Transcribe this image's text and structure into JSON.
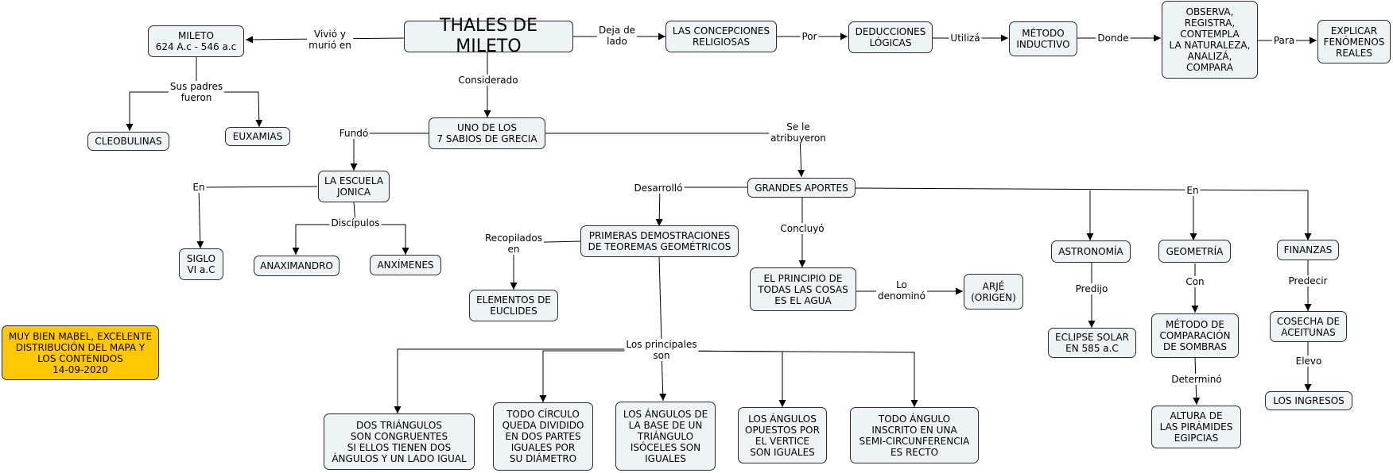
{
  "nodes": {
    "thales": "THALES DE MILETO",
    "mileto": "MILETO\n624 A.c - 546 a.c",
    "concepciones": "LAS CONCEPCIONES\nRELIGIOSAS",
    "deducciones": "DEDUCCIONES\nLÓGICAS",
    "metodo_inductivo": "MÉTODO\nINDUCTIVO",
    "observa": "OBSERVA,\nREGISTRA,\nCONTEMPLA\nLA NATURALEZA,\nANALIZÁ,\nCOMPARA",
    "explicar": "EXPLICAR\nFENÓMENOS\nREALES",
    "cleobulinas": "CLEOBULINAS",
    "euxamias": "EUXAMIAS",
    "sabios": "UNO DE LOS\n7 SABIOS DE GRECIA",
    "escuela": "LA ESCUELA\nJONICA",
    "siglo": "SIGLO\nVI a.C",
    "anaximandro": "ANAXIMANDRO",
    "anaximenes": "ANXÍMENES",
    "aportes": "GRANDES APORTES",
    "demostraciones": "PRIMERAS DEMOSTRACIONES\nDE TEOREMAS GEOMÉTRICOS",
    "elementos": "ELEMENTOS DE\nEUCLIDES",
    "principio": "EL PRINCIPIO DE\nTODAS LAS COSAS\nES EL AGUA",
    "arje": "ARJÉ\n(ORIGEN)",
    "astronomia": "ASTRONOMÍA",
    "eclipse": "ECLIPSE SOLAR\nEN 585 a.C",
    "geometria": "GEOMETRÍA",
    "comparacion": "MÉTODO DE\nCOMPARACIÓN\nDE SOMBRAS",
    "piramides": "ALTURA DE\nLAS PIRÁMIDES\nEGIPCIAS",
    "finanzas": "FINANZAS",
    "cosecha": "COSECHA DE\nACEITUNAS",
    "ingresos": "LOS INGRESOS",
    "t1": "DOS TRIÁNGULOS\nSON CONGRUENTES\nSI ELLOS TIENEN DOS\nÁNGULOS Y UN LADO IGUAL",
    "t2": "TODO CÍRCULO\nQUEDA DIVIDIDO\nEN DOS PARTES\nIGUALES POR\nSU DIÁMETRO",
    "t3": "LOS ÁNGULOS DE\nLA BASE DE UN\nTRIÁNGULO\nISÓCELES SON\nIGUALES",
    "t4": "LOS ÁNGULOS\nOPUESTOS POR\nEL VERTICE\nSON IGUALES",
    "t5": "TODO ÁNGULO\nINSCRITO EN UNA\nSEMI-CIRCUNFERENCIA\nES RECTO",
    "nota": "MUY BIEN MABEL, EXCELENTE\nDISTRIBUCIÓN DEL MAPA Y\nLOS CONTENIDOS\n14-09-2020"
  },
  "labels": {
    "vivio": "Vivió y\nmurió en",
    "deja": "Deja de\nlado",
    "por": "Por",
    "utiliza": "Utilizá",
    "donde": "Donde",
    "para": "Para",
    "padres": "Sus padres\nfueron",
    "considerado": "Considerado",
    "fundo": "Fundó",
    "atribuyeron": "Se le\natribuyeron",
    "en_escuela": "En",
    "discipulos": "Discípulos",
    "desarrollo": "Desarrolló",
    "recopilados": "Recopilados\nen",
    "concluyo": "Concluyó",
    "denomino": "Lo\ndenominó",
    "en_aportes": "En",
    "predijo": "Predijo",
    "con": "Con",
    "determino": "Determinó",
    "predecir": "Predecir",
    "elevo": "Elevo",
    "principales": "Los principales\nson"
  },
  "colors": {
    "node_fill": "#eef3f5",
    "note_fill": "#ffc800",
    "line": "#000000"
  }
}
